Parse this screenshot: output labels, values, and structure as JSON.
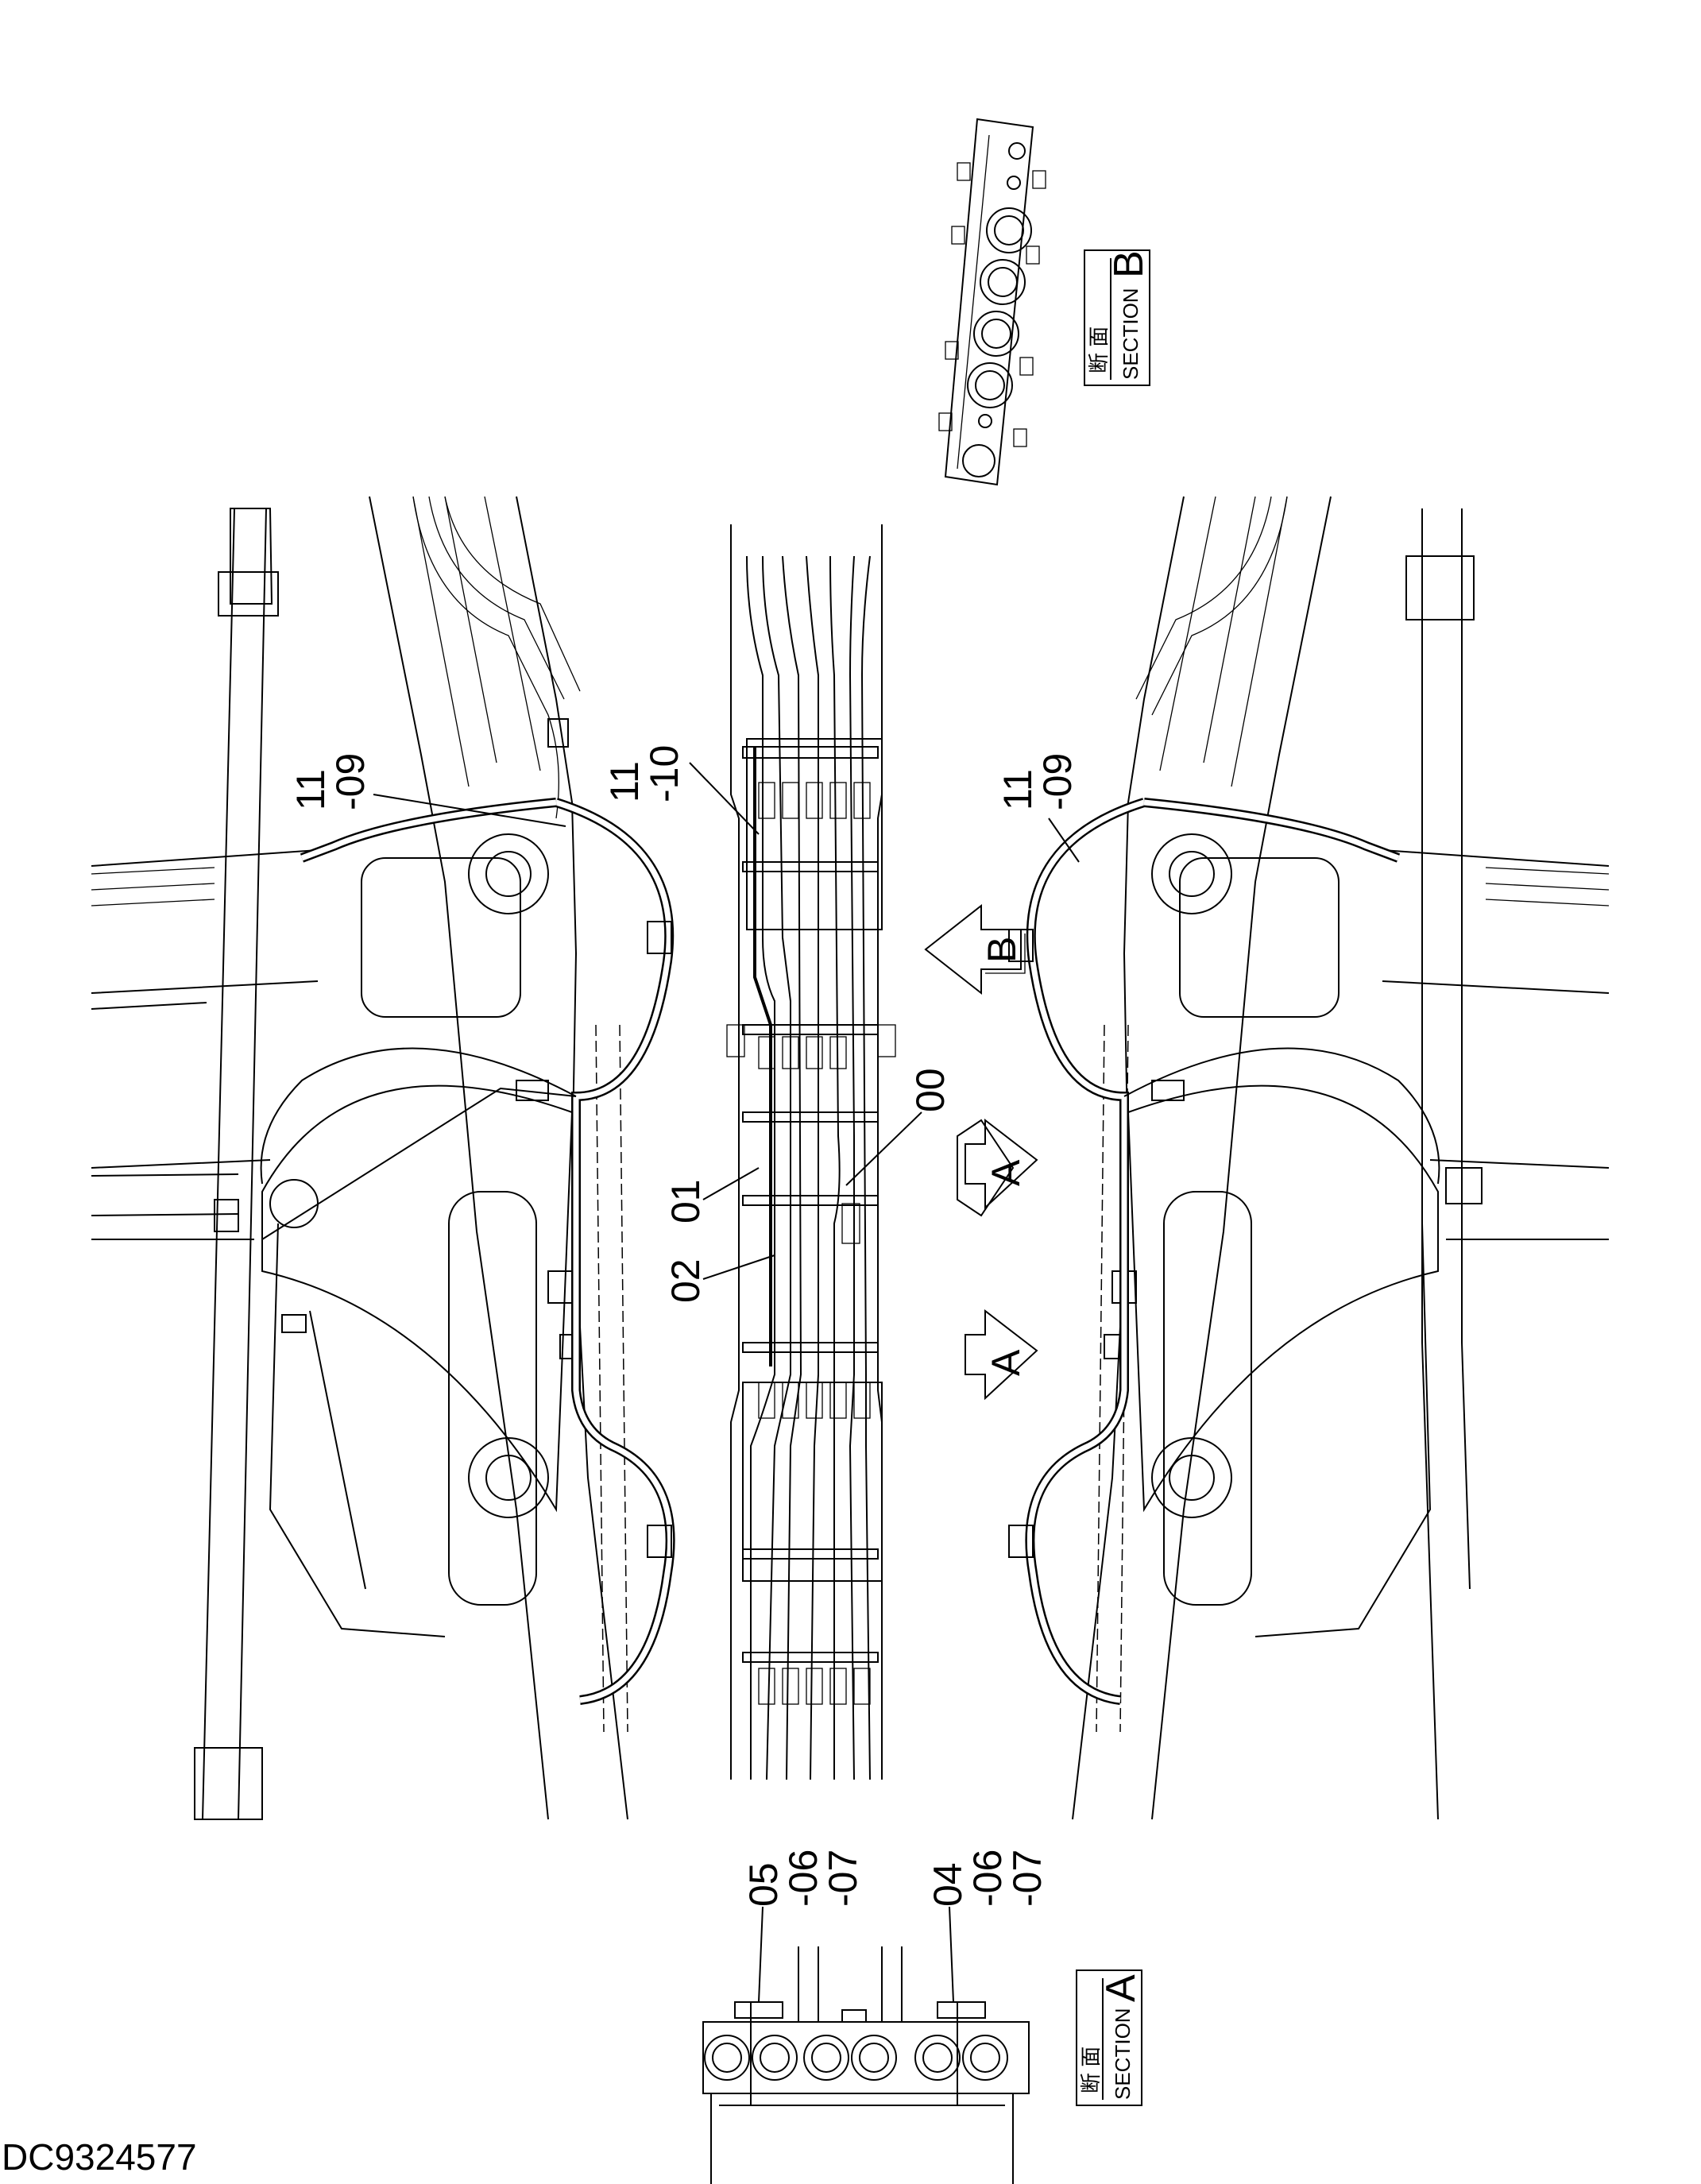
{
  "drawing_id": "DC9324577",
  "section_b": {
    "kanji": "断 面",
    "word": "SECTION",
    "letter": "B"
  },
  "section_a": {
    "kanji": "断 面",
    "word": "SECTION",
    "letter": "A"
  },
  "view_arrows": {
    "b": "B",
    "a_upper": "A",
    "a_lower": "A"
  },
  "callouts": {
    "left_hose": {
      "line1": "11",
      "line2": "-09"
    },
    "center_top": {
      "line1": "11",
      "line2": "-10"
    },
    "right_hose": {
      "line1": "11",
      "line2": "-09"
    },
    "c00": "00",
    "c01": "01",
    "c02": "02",
    "sec_a_left": {
      "line1": "05",
      "line2": "-06",
      "line3": "-07"
    },
    "sec_a_right": {
      "line1": "04",
      "line2": "-06",
      "line3": "-07"
    }
  }
}
